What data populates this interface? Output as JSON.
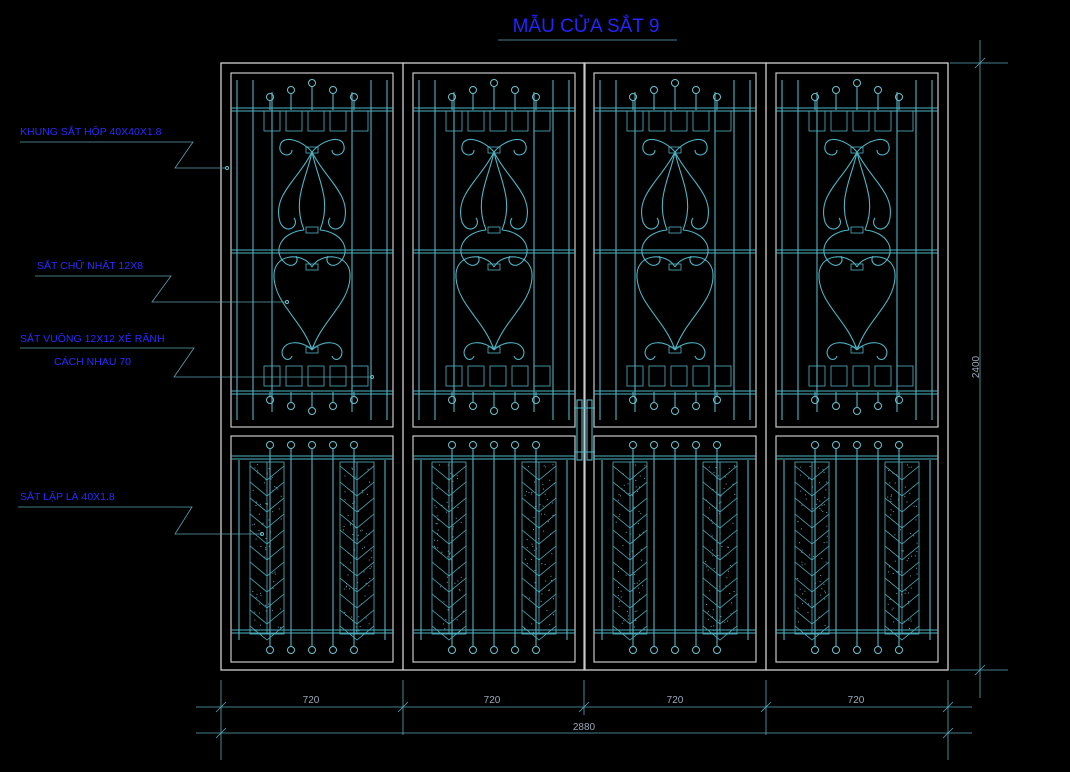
{
  "title": "MẪU CỬA SẮT 9",
  "annotations": {
    "frame": "KHUNG SẮT HỘP 40X40X1.8",
    "rect_bar": "SẮT CHỮ NHẬT 12X8",
    "square_bar_1": "SẮT VUÔNG 12X12 XẺ RÃNH",
    "square_bar_2": "CÁCH NHAU 70",
    "flat_bar": "SẮT LẬP LÀ 40X1.8"
  },
  "dimensions": {
    "panel_widths": [
      "720",
      "720",
      "720",
      "720"
    ],
    "total_width": "2880",
    "height": "2400"
  },
  "colors": {
    "background": "#000000",
    "frame": "#c8c8c8",
    "ironwork": "#4fb3c4",
    "label": "#2b2bff",
    "dimension_text": "#9aa6b8"
  }
}
